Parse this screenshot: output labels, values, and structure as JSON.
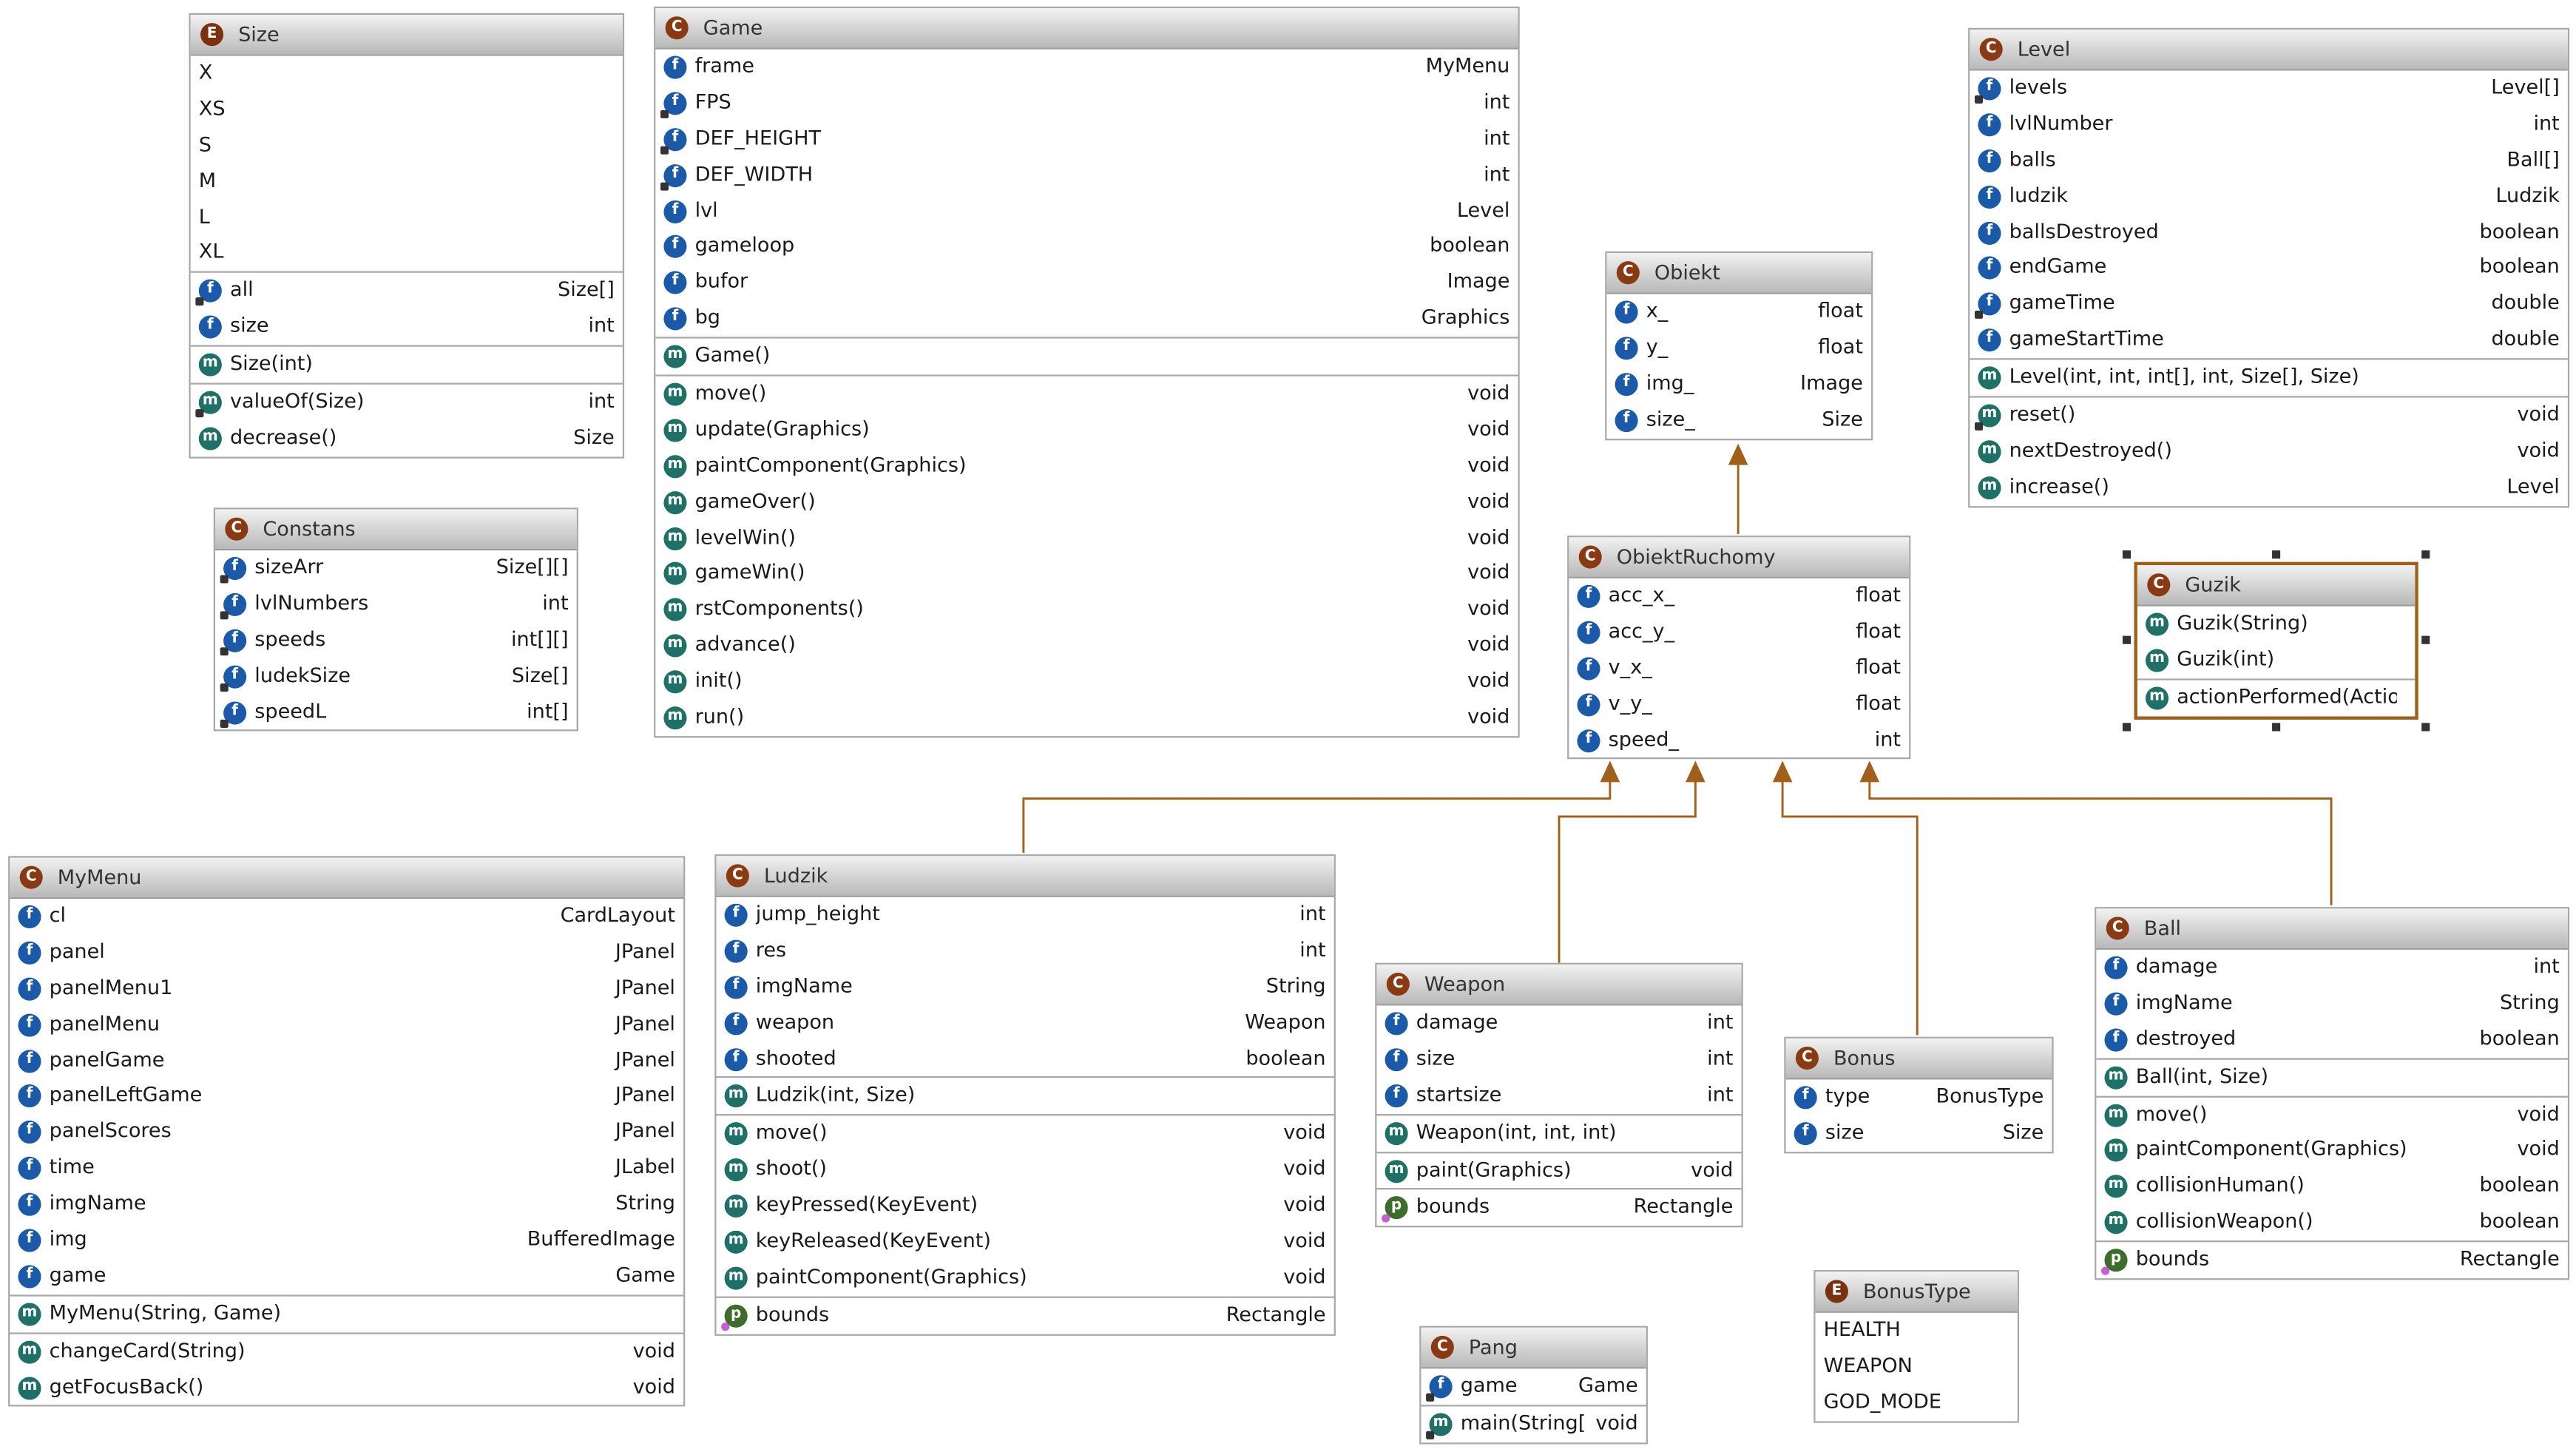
{
  "accent_color": "#a0601a",
  "classes": {
    "size": {
      "kind": "E",
      "name": "Size",
      "constants": [
        "X",
        "XS",
        "S",
        "M",
        "L",
        "XL"
      ],
      "fields": [
        {
          "name": "all",
          "type": "Size[]",
          "static": true
        },
        {
          "name": "size",
          "type": "int"
        }
      ],
      "constructors": [
        {
          "name": "Size(int)",
          "type": ""
        }
      ],
      "methods": [
        {
          "name": "valueOf(Size)",
          "type": "int",
          "static": true
        },
        {
          "name": "decrease()",
          "type": "Size"
        }
      ]
    },
    "constans": {
      "kind": "C",
      "name": "Constans",
      "fields": [
        {
          "name": "sizeArr",
          "type": "Size[][]",
          "static": true
        },
        {
          "name": "lvlNumbers",
          "type": "int",
          "static": true
        },
        {
          "name": "speeds",
          "type": "int[][]",
          "static": true
        },
        {
          "name": "ludekSize",
          "type": "Size[]",
          "static": true
        },
        {
          "name": "speedL",
          "type": "int[]",
          "static": true
        }
      ]
    },
    "game": {
      "kind": "C",
      "name": "Game",
      "fields": [
        {
          "name": "frame",
          "type": "MyMenu"
        },
        {
          "name": "FPS",
          "type": "int",
          "static": true
        },
        {
          "name": "DEF_HEIGHT",
          "type": "int",
          "static": true
        },
        {
          "name": "DEF_WIDTH",
          "type": "int",
          "static": true
        },
        {
          "name": "lvl",
          "type": "Level"
        },
        {
          "name": "gameloop",
          "type": "boolean"
        },
        {
          "name": "bufor",
          "type": "Image"
        },
        {
          "name": "bg",
          "type": "Graphics"
        }
      ],
      "constructors": [
        {
          "name": "Game()",
          "type": ""
        }
      ],
      "methods": [
        {
          "name": "move()",
          "type": "void"
        },
        {
          "name": "update(Graphics)",
          "type": "void"
        },
        {
          "name": "paintComponent(Graphics)",
          "type": "void"
        },
        {
          "name": "gameOver()",
          "type": "void"
        },
        {
          "name": "levelWin()",
          "type": "void"
        },
        {
          "name": "gameWin()",
          "type": "void"
        },
        {
          "name": "rstComponents()",
          "type": "void"
        },
        {
          "name": "advance()",
          "type": "void"
        },
        {
          "name": "init()",
          "type": "void"
        },
        {
          "name": "run()",
          "type": "void"
        }
      ]
    },
    "obiekt": {
      "kind": "C",
      "name": "Obiekt",
      "fields": [
        {
          "name": "x_",
          "type": "float"
        },
        {
          "name": "y_",
          "type": "float"
        },
        {
          "name": "img_",
          "type": "Image"
        },
        {
          "name": "size_",
          "type": "Size"
        }
      ]
    },
    "obiektRuchomy": {
      "kind": "C",
      "name": "ObiektRuchomy",
      "fields": [
        {
          "name": "acc_x_",
          "type": "float"
        },
        {
          "name": "acc_y_",
          "type": "float"
        },
        {
          "name": "v_x_",
          "type": "float"
        },
        {
          "name": "v_y_",
          "type": "float"
        },
        {
          "name": "speed_",
          "type": "int"
        }
      ]
    },
    "level": {
      "kind": "C",
      "name": "Level",
      "fields": [
        {
          "name": "levels",
          "type": "Level[]",
          "static": true
        },
        {
          "name": "lvlNumber",
          "type": "int"
        },
        {
          "name": "balls",
          "type": "Ball[]"
        },
        {
          "name": "ludzik",
          "type": "Ludzik"
        },
        {
          "name": "ballsDestroyed",
          "type": "boolean"
        },
        {
          "name": "endGame",
          "type": "boolean"
        },
        {
          "name": "gameTime",
          "type": "double",
          "static": true
        },
        {
          "name": "gameStartTime",
          "type": "double"
        }
      ],
      "constructors": [
        {
          "name": "Level(int, int, int[], int, Size[], Size)",
          "type": ""
        }
      ],
      "methods": [
        {
          "name": "reset()",
          "type": "void",
          "static": true
        },
        {
          "name": "nextDestroyed()",
          "type": "void"
        },
        {
          "name": "increase()",
          "type": "Level"
        }
      ]
    },
    "guzik": {
      "kind": "C",
      "name": "Guzik",
      "constructors": [
        {
          "name": "Guzik(String)",
          "type": ""
        },
        {
          "name": "Guzik(int)",
          "type": ""
        }
      ],
      "methods": [
        {
          "name": "actionPerformed(ActionEve",
          "type": ""
        }
      ]
    },
    "myMenu": {
      "kind": "C",
      "name": "MyMenu",
      "fields": [
        {
          "name": "cl",
          "type": "CardLayout"
        },
        {
          "name": "panel",
          "type": "JPanel"
        },
        {
          "name": "panelMenu1",
          "type": "JPanel"
        },
        {
          "name": "panelMenu",
          "type": "JPanel"
        },
        {
          "name": "panelGame",
          "type": "JPanel"
        },
        {
          "name": "panelLeftGame",
          "type": "JPanel"
        },
        {
          "name": "panelScores",
          "type": "JPanel"
        },
        {
          "name": "time",
          "type": "JLabel"
        },
        {
          "name": "imgName",
          "type": "String"
        },
        {
          "name": "img",
          "type": "BufferedImage"
        },
        {
          "name": "game",
          "type": "Game"
        }
      ],
      "constructors": [
        {
          "name": "MyMenu(String, Game)",
          "type": ""
        }
      ],
      "methods": [
        {
          "name": "changeCard(String)",
          "type": "void"
        },
        {
          "name": "getFocusBack()",
          "type": "void"
        }
      ]
    },
    "ludzik": {
      "kind": "C",
      "name": "Ludzik",
      "fields": [
        {
          "name": "jump_height",
          "type": "int"
        },
        {
          "name": "res",
          "type": "int"
        },
        {
          "name": "imgName",
          "type": "String"
        },
        {
          "name": "weapon",
          "type": "Weapon"
        },
        {
          "name": "shooted",
          "type": "boolean"
        }
      ],
      "constructors": [
        {
          "name": "Ludzik(int, Size)",
          "type": ""
        }
      ],
      "methods": [
        {
          "name": "move()",
          "type": "void"
        },
        {
          "name": "shoot()",
          "type": "void"
        },
        {
          "name": "keyPressed(KeyEvent)",
          "type": "void"
        },
        {
          "name": "keyReleased(KeyEvent)",
          "type": "void"
        },
        {
          "name": "paintComponent(Graphics)",
          "type": "void"
        }
      ],
      "properties": [
        {
          "name": "bounds",
          "type": "Rectangle"
        }
      ]
    },
    "weapon": {
      "kind": "C",
      "name": "Weapon",
      "fields": [
        {
          "name": "damage",
          "type": "int"
        },
        {
          "name": "size",
          "type": "int"
        },
        {
          "name": "startsize",
          "type": "int"
        }
      ],
      "constructors": [
        {
          "name": "Weapon(int, int, int)",
          "type": ""
        }
      ],
      "methods": [
        {
          "name": "paint(Graphics)",
          "type": "void"
        }
      ],
      "properties": [
        {
          "name": "bounds",
          "type": "Rectangle"
        }
      ]
    },
    "bonus": {
      "kind": "C",
      "name": "Bonus",
      "fields": [
        {
          "name": "type",
          "type": "BonusType"
        },
        {
          "name": "size",
          "type": "Size"
        }
      ]
    },
    "ball": {
      "kind": "C",
      "name": "Ball",
      "fields": [
        {
          "name": "damage",
          "type": "int"
        },
        {
          "name": "imgName",
          "type": "String"
        },
        {
          "name": "destroyed",
          "type": "boolean"
        }
      ],
      "constructors": [
        {
          "name": "Ball(int, Size)",
          "type": ""
        }
      ],
      "methods": [
        {
          "name": "move()",
          "type": "void"
        },
        {
          "name": "paintComponent(Graphics)",
          "type": "void"
        },
        {
          "name": "collisionHuman()",
          "type": "boolean"
        },
        {
          "name": "collisionWeapon()",
          "type": "boolean"
        }
      ],
      "properties": [
        {
          "name": "bounds",
          "type": "Rectangle"
        }
      ]
    },
    "bonusType": {
      "kind": "E",
      "name": "BonusType",
      "constants": [
        "HEALTH",
        "WEAPON",
        "GOD_MODE"
      ]
    },
    "pang": {
      "kind": "C",
      "name": "Pang",
      "fields": [
        {
          "name": "game",
          "type": "Game",
          "static": true
        }
      ],
      "methods": [
        {
          "name": "main(String[])",
          "type": "void",
          "static": true
        }
      ]
    }
  }
}
